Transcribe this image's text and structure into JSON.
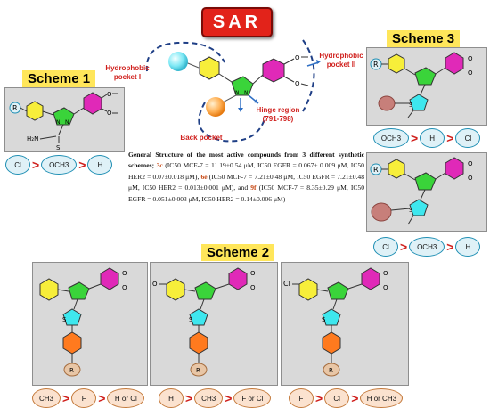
{
  "title": "SAR",
  "center": {
    "hydrophobic_pocket_1": "Hydrophobic pocket I",
    "hydrophobic_pocket_2": "Hydrophobic pocket II",
    "hinge_region": "Hinge region",
    "hinge_range": "(791-798)",
    "back_pocket": "Back pocket"
  },
  "scheme1": {
    "title": "Scheme 1",
    "order": [
      "Cl",
      "OCH3",
      "H"
    ]
  },
  "scheme2": {
    "title": "Scheme 2",
    "panels": [
      {
        "order": [
          "CH3",
          "F",
          "H or Cl"
        ]
      },
      {
        "order": [
          "H",
          "CH3",
          "F or Cl"
        ]
      },
      {
        "order": [
          "F",
          "Cl",
          "H or CH3"
        ]
      }
    ]
  },
  "scheme3": {
    "title": "Scheme 3",
    "order_top": [
      "OCH3",
      "H",
      "Cl"
    ],
    "order_bottom": [
      "Cl",
      "OCH3",
      "H"
    ]
  },
  "description": {
    "intro": "General Structure of the most active compounds from 3 different synthetic schemes;",
    "c1": "3c",
    "c1_vals": "(IC50 MCF-7 = 11.19±0.54 μM, IC50 EGFR = 0.067± 0.009 μM, IC50 HER2 = 0.07±0.018 μM),",
    "c2": "6e",
    "c2_vals": "(IC50 MCF-7 = 7.21±0.48 μM, IC50 EGFR = 7.21±0.48 μM, IC50 HER2 = 0.013±0.001 μM), and",
    "c3": "9f",
    "c3_vals": "(IC50 MCF-7 = 8.35±0.29 μM, IC50 EGFR = 0.051±0.003 μM, IC50 HER2 = 0.14±0.006 μM)"
  },
  "colors": {
    "phenyl": "#f7ee3a",
    "pyrazole": "#3ad43a",
    "dimethoxyphenyl": "#e029b8",
    "thiazole": "#3ee7ee",
    "phenyl_orange": "#ff7a1e",
    "accent_red": "#d0201d"
  }
}
